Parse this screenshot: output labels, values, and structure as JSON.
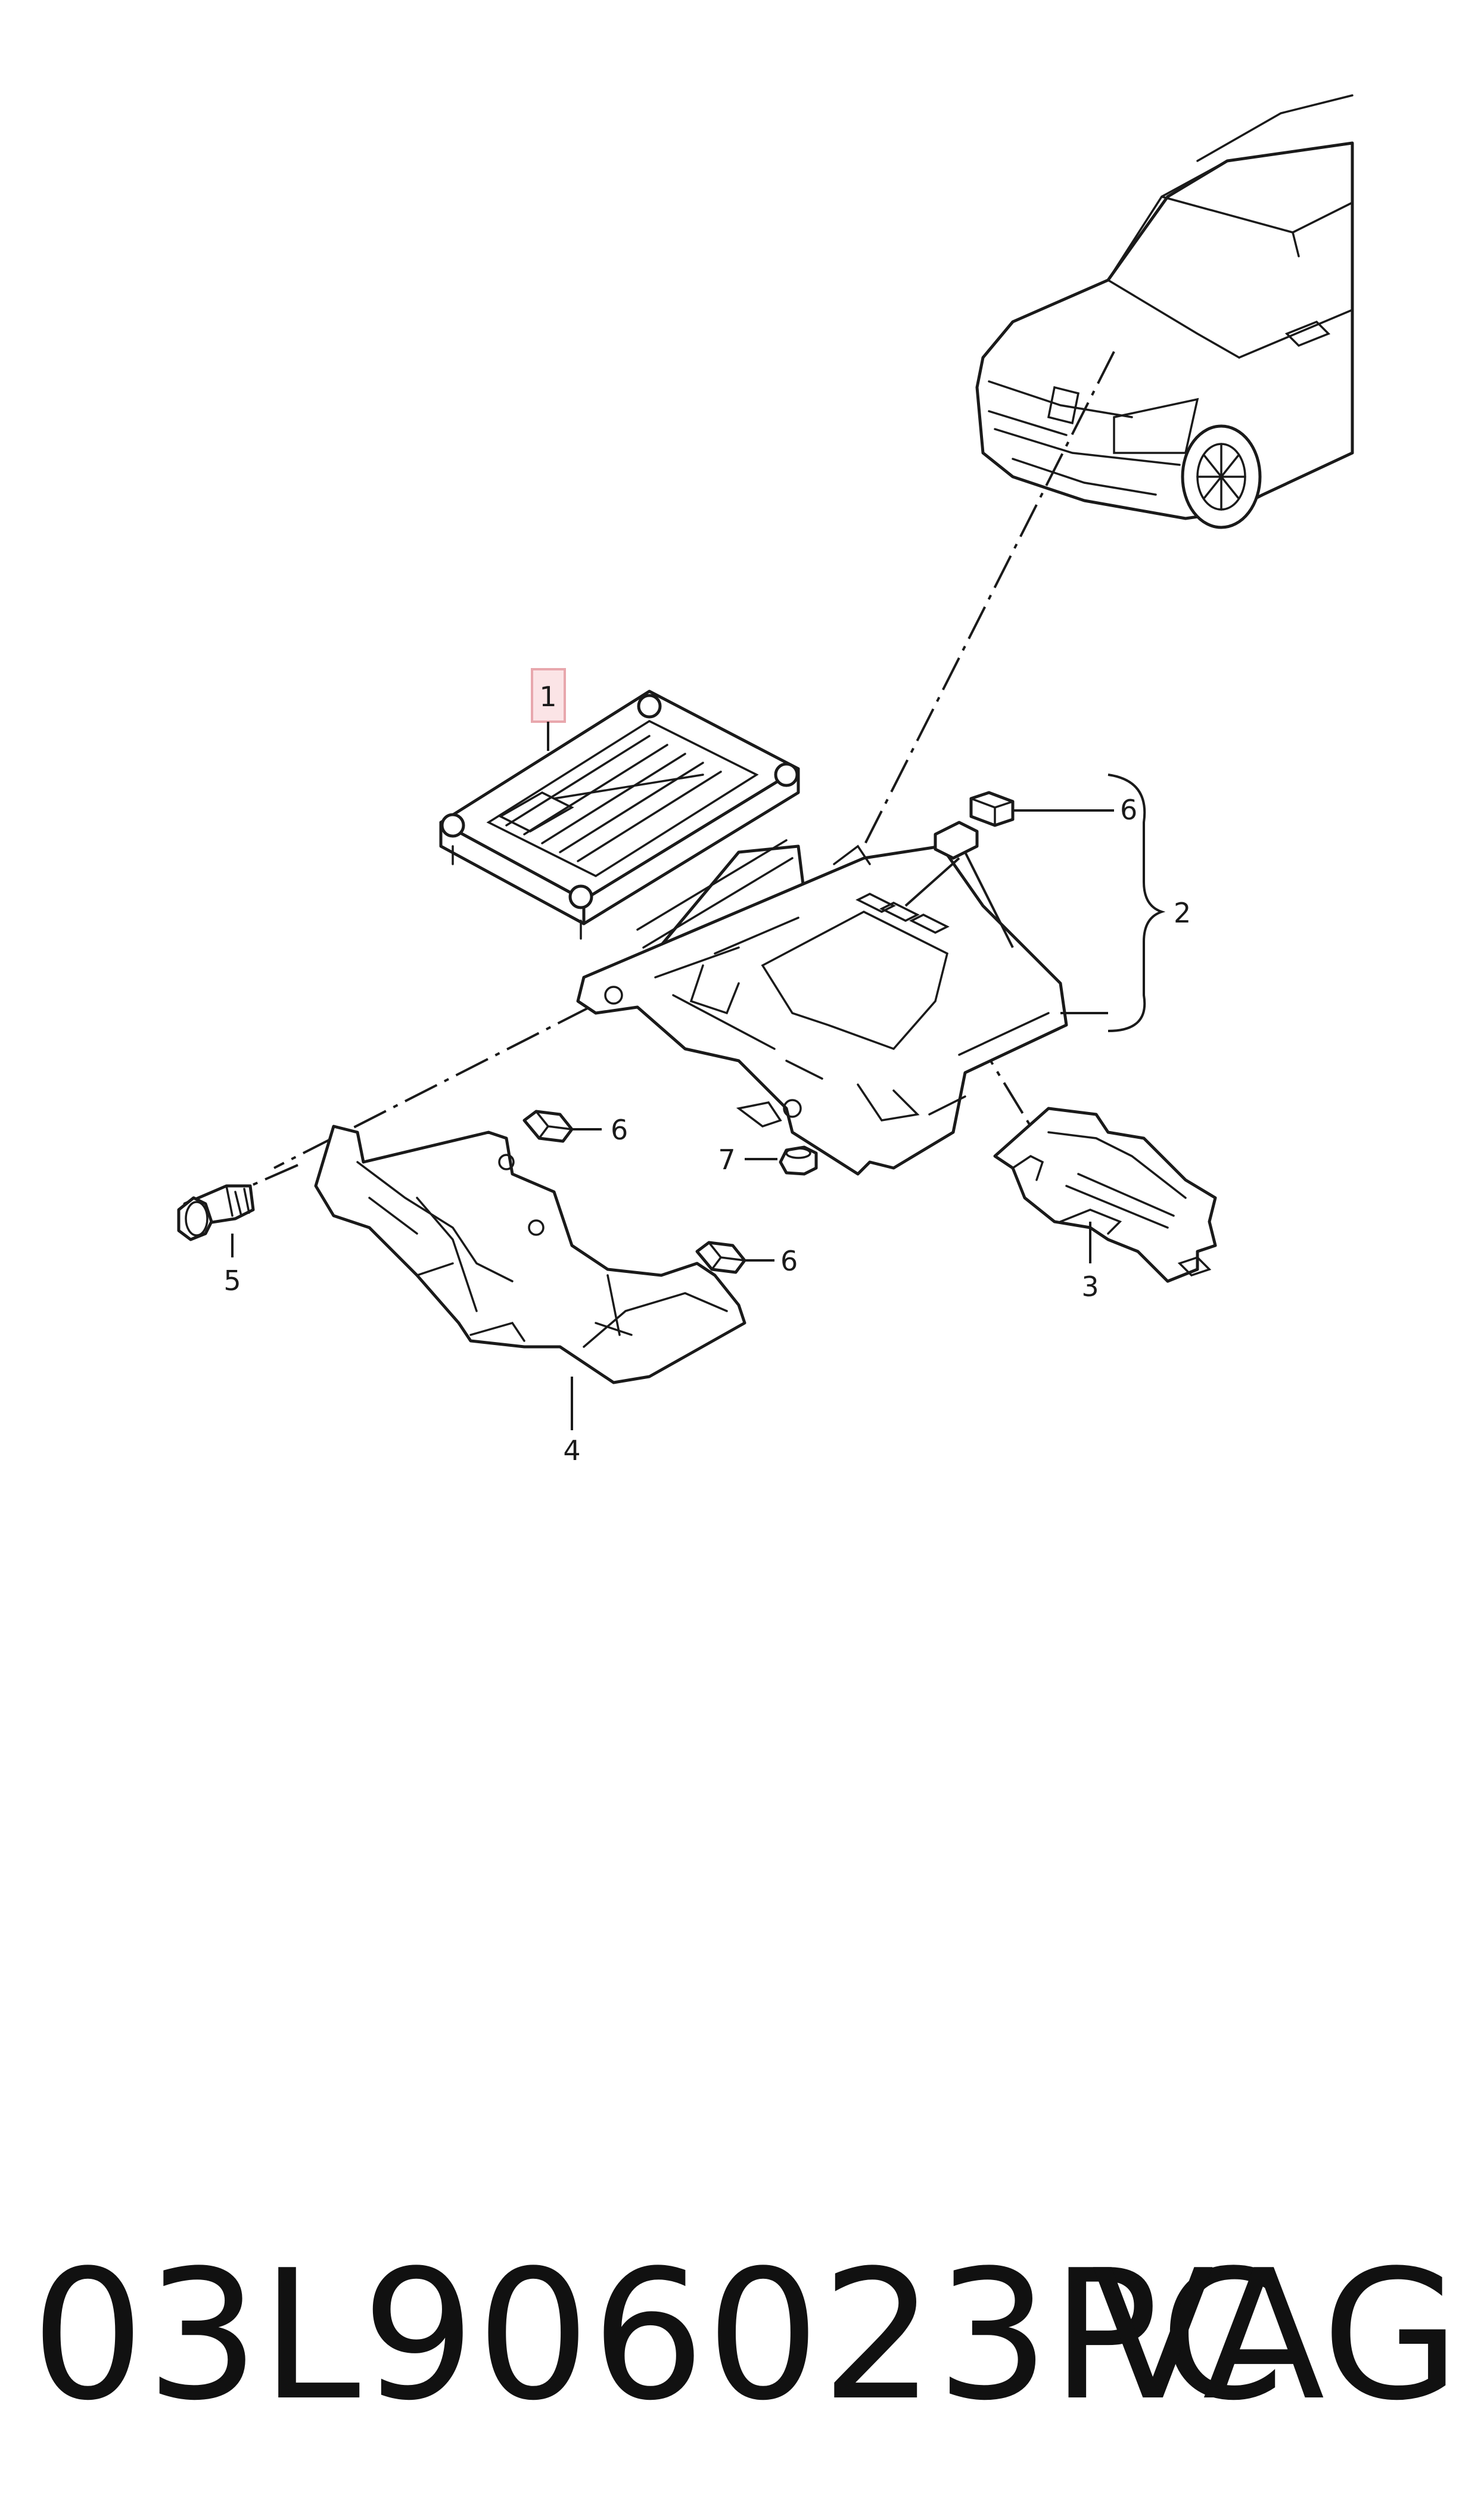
{
  "callouts": {
    "c1": "1",
    "c2": "2",
    "c3": "3",
    "c4": "4",
    "c5": "5",
    "c6a": "6",
    "c6b": "6",
    "c6c": "6",
    "c7": "7"
  },
  "highlight_color": "#e8a7ad",
  "footer": {
    "part_number": "03L906023PC",
    "brand": "VAG"
  }
}
